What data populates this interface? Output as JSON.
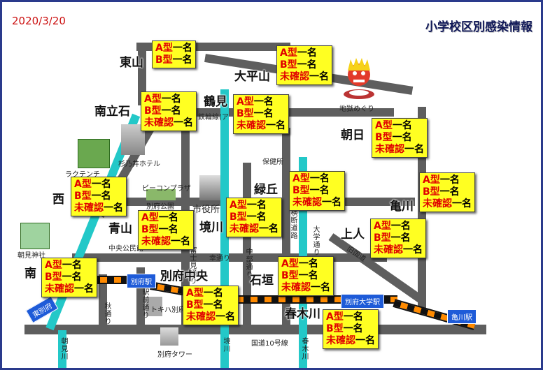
{
  "date": "2020/3/20",
  "title": "小学校区別感染情報",
  "labels": {
    "a": "A型",
    "b": "B型",
    "u": "未確認",
    "v": "一名"
  },
  "areas": [
    {
      "id": "higashiyama",
      "name": "東山",
      "rows": [
        "a",
        "b"
      ]
    },
    {
      "id": "ohirayama",
      "name": "大平山",
      "rows": [
        "a",
        "b",
        "u"
      ]
    },
    {
      "id": "minamitachiishi",
      "name": "南立石",
      "rows": [
        "a",
        "b",
        "u"
      ]
    },
    {
      "id": "tsurumi",
      "name": "鶴見",
      "rows": [
        "a",
        "b",
        "u"
      ]
    },
    {
      "id": "asahi",
      "name": "朝日",
      "rows": [
        "a",
        "b",
        "u"
      ]
    },
    {
      "id": "nishi",
      "name": "西",
      "rows": [
        "a",
        "b",
        "u"
      ]
    },
    {
      "id": "midorigaoka",
      "name": "緑丘",
      "rows": [
        "a",
        "b",
        "u"
      ]
    },
    {
      "id": "kamegawa",
      "name": "亀川",
      "rows": [
        "a",
        "b",
        "u"
      ]
    },
    {
      "id": "aoyama",
      "name": "青山",
      "rows": [
        "a",
        "b",
        "u"
      ]
    },
    {
      "id": "sakaigawa",
      "name": "境川",
      "rows": [
        "a",
        "b",
        "u"
      ]
    },
    {
      "id": "hairaibito",
      "name": "上人",
      "rows": [
        "a",
        "b",
        "u"
      ]
    },
    {
      "id": "minami",
      "name": "南",
      "rows": [
        "a",
        "b",
        "u"
      ]
    },
    {
      "id": "ishigaki",
      "name": "石垣",
      "rows": [
        "a",
        "b",
        "u"
      ]
    },
    {
      "id": "beppuchuo",
      "name": "別府中央",
      "rows": [
        "a",
        "b",
        "u"
      ]
    },
    {
      "id": "harukigawa",
      "name": "春木川",
      "rows": [
        "a",
        "b",
        "u"
      ]
    }
  ],
  "landmarks": {
    "jigoku": "地獄めぐり",
    "tetsurin": "鉄輪線(ア",
    "hoken": "保健所",
    "suginoi": "杉乃井ホテル",
    "rakutenchi": "ラクテンチ",
    "beacon": "ビーコンプラザ",
    "beppu_park": "別府公園",
    "city_hall": "市役所",
    "chuo_park": "中央公民館",
    "asami_shrine": "朝見神社",
    "saiwai": "幸通り",
    "yokodai": "横断道路",
    "daigaku_dori": "大学通り",
    "kyu_kawa": "旧国道",
    "fujimi": "富士見通り",
    "chubu": "中部通り",
    "ekimae": "駅前通り",
    "akimoto": "秋通り",
    "tokiwa": "トキハ別府店",
    "tower": "別府タワー",
    "kokudo": "国道10号線",
    "asami_river": "朝見川",
    "sakai_river": "境川",
    "haruki_river": "春木川",
    "higashi_beppu": "東別府"
  },
  "stations": {
    "beppu": "別府駅",
    "beppu_daigaku": "別府大学駅",
    "kamegawa": "亀川駅"
  }
}
